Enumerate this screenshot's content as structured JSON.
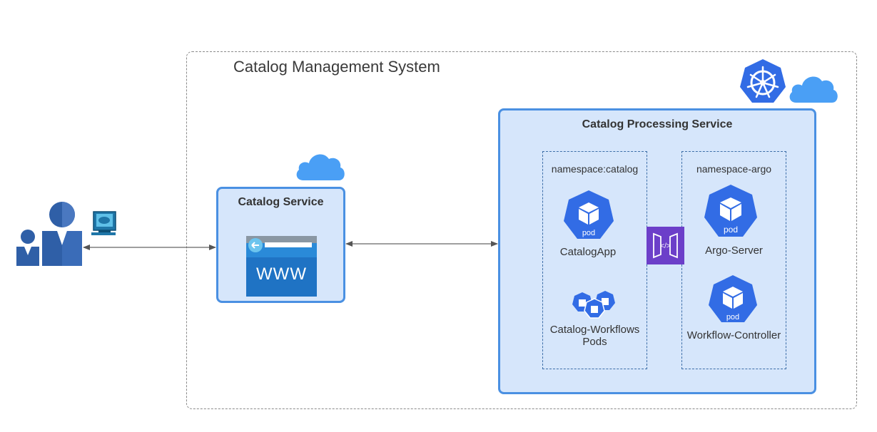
{
  "system": {
    "title": "Catalog Management System"
  },
  "catalog_service": {
    "title": "Catalog Service",
    "web_icon_text": "WWW"
  },
  "processing_service": {
    "title": "Catalog Processing Service",
    "namespaces": [
      {
        "label": "namespace:catalog",
        "pods": [
          {
            "badge": "pod",
            "label": "CatalogApp"
          },
          {
            "label_line1": "Catalog-Workflows",
            "label_line2": "Pods"
          }
        ]
      },
      {
        "label": "namespace-argo",
        "pods": [
          {
            "badge": "pod",
            "label": "Argo-Server"
          },
          {
            "badge": "pod",
            "label": "Workflow-Controller"
          }
        ]
      }
    ],
    "api_icon_text": "</>"
  },
  "icons": {
    "users": "users-icon",
    "terminal": "computer-terminal-icon",
    "cloud": "cloud-icon",
    "kubernetes": "kubernetes-icon",
    "browser": "web-browser-icon",
    "pod": "pod-icon",
    "api_gateway": "api-gateway-icon"
  },
  "colors": {
    "accent": "#4a90e2",
    "box_fill": "#d6e6fb",
    "pod_blue": "#326ce5",
    "cloud_blue": "#4a9ff5",
    "api_purple": "#6c3fc9",
    "user_blue": "#2f5fa7"
  }
}
